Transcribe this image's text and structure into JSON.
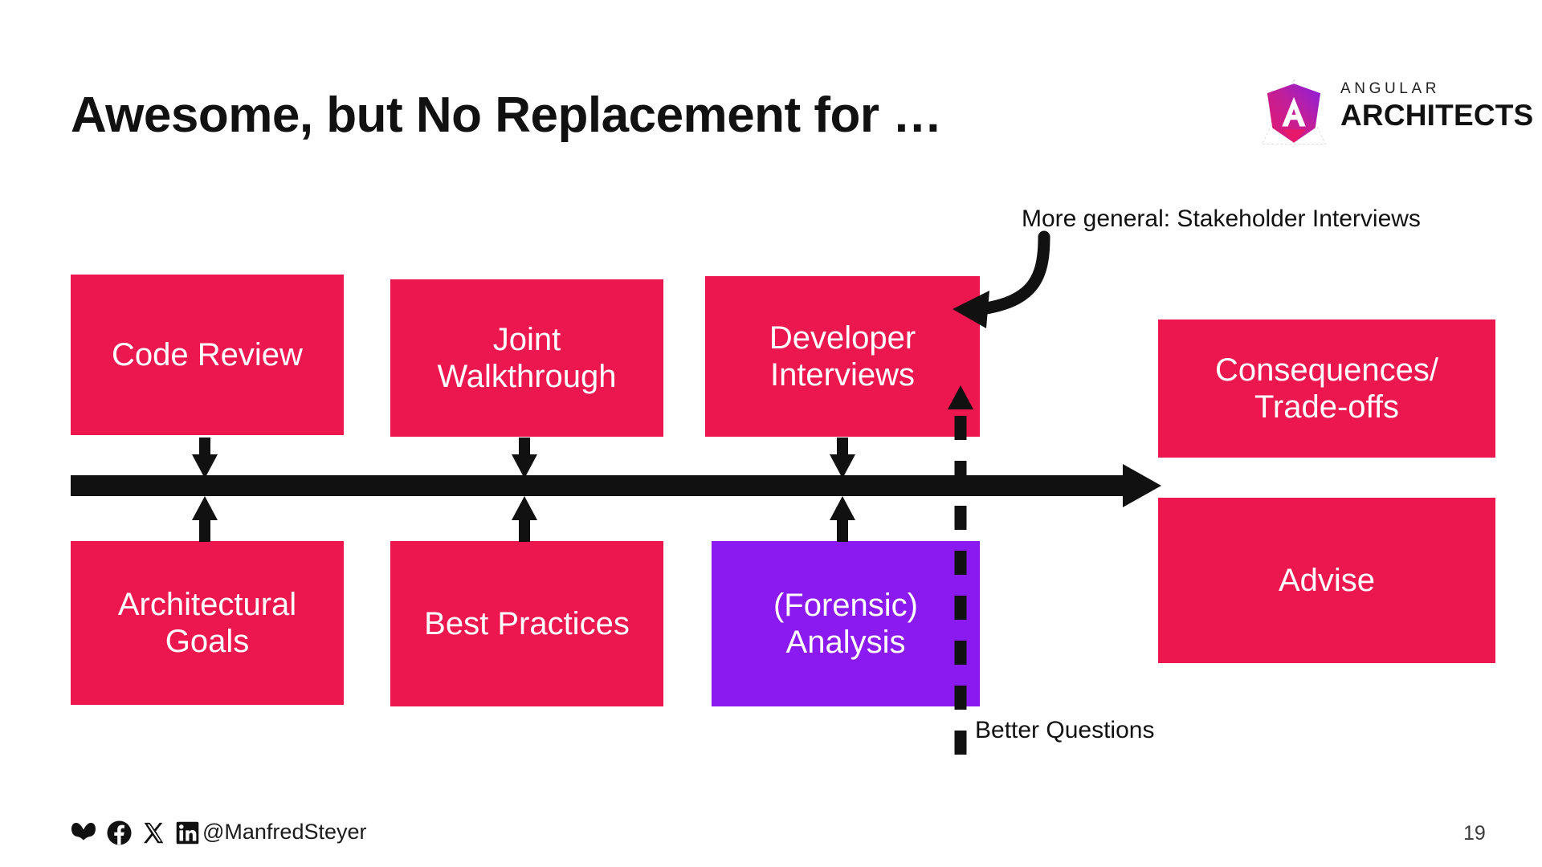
{
  "slide": {
    "title": "Awesome, but No Replacement for …",
    "page_number": "19",
    "background_color": "#ffffff"
  },
  "logo": {
    "line1": "ANGULAR",
    "line2": "ARCHITECTS",
    "mark_name": "angular-a-shield",
    "gradient_from": "#E5186A",
    "gradient_to": "#8A1FE0"
  },
  "colors": {
    "box_red": "#ED1750",
    "box_purple": "#8A1AF0",
    "arrow_black": "#111111",
    "text_white": "#ffffff",
    "text_dark": "#111111"
  },
  "diagram": {
    "top_row": [
      {
        "id": "code-review",
        "label": "Code Review",
        "color": "#ED1750"
      },
      {
        "id": "joint-walkthrough",
        "label": "Joint\nWalkthrough",
        "color": "#ED1750"
      },
      {
        "id": "developer-interviews",
        "label": "Developer\nInterviews",
        "color": "#ED1750"
      }
    ],
    "bottom_row": [
      {
        "id": "architectural-goals",
        "label": "Architectural\nGoals",
        "color": "#ED1750"
      },
      {
        "id": "best-practices",
        "label": "Best Practices",
        "color": "#ED1750"
      },
      {
        "id": "forensic-analysis",
        "label": "(Forensic)\nAnalysis",
        "color": "#8A1AF0"
      }
    ],
    "right_column": [
      {
        "id": "consequences-trade-offs",
        "label": "Consequences/\nTrade-offs",
        "color": "#ED1750"
      },
      {
        "id": "advise",
        "label": "Advise",
        "color": "#ED1750"
      }
    ],
    "annotations": [
      {
        "id": "stakeholder-interviews-note",
        "text": "More general: Stakeholder Interviews"
      },
      {
        "id": "better-questions-note",
        "text": "Better Questions"
      }
    ]
  },
  "footer": {
    "handle": "@ManfredSteyer",
    "icons": [
      {
        "name": "bluesky-icon"
      },
      {
        "name": "facebook-icon"
      },
      {
        "name": "x-twitter-icon"
      },
      {
        "name": "linkedin-icon"
      }
    ]
  }
}
